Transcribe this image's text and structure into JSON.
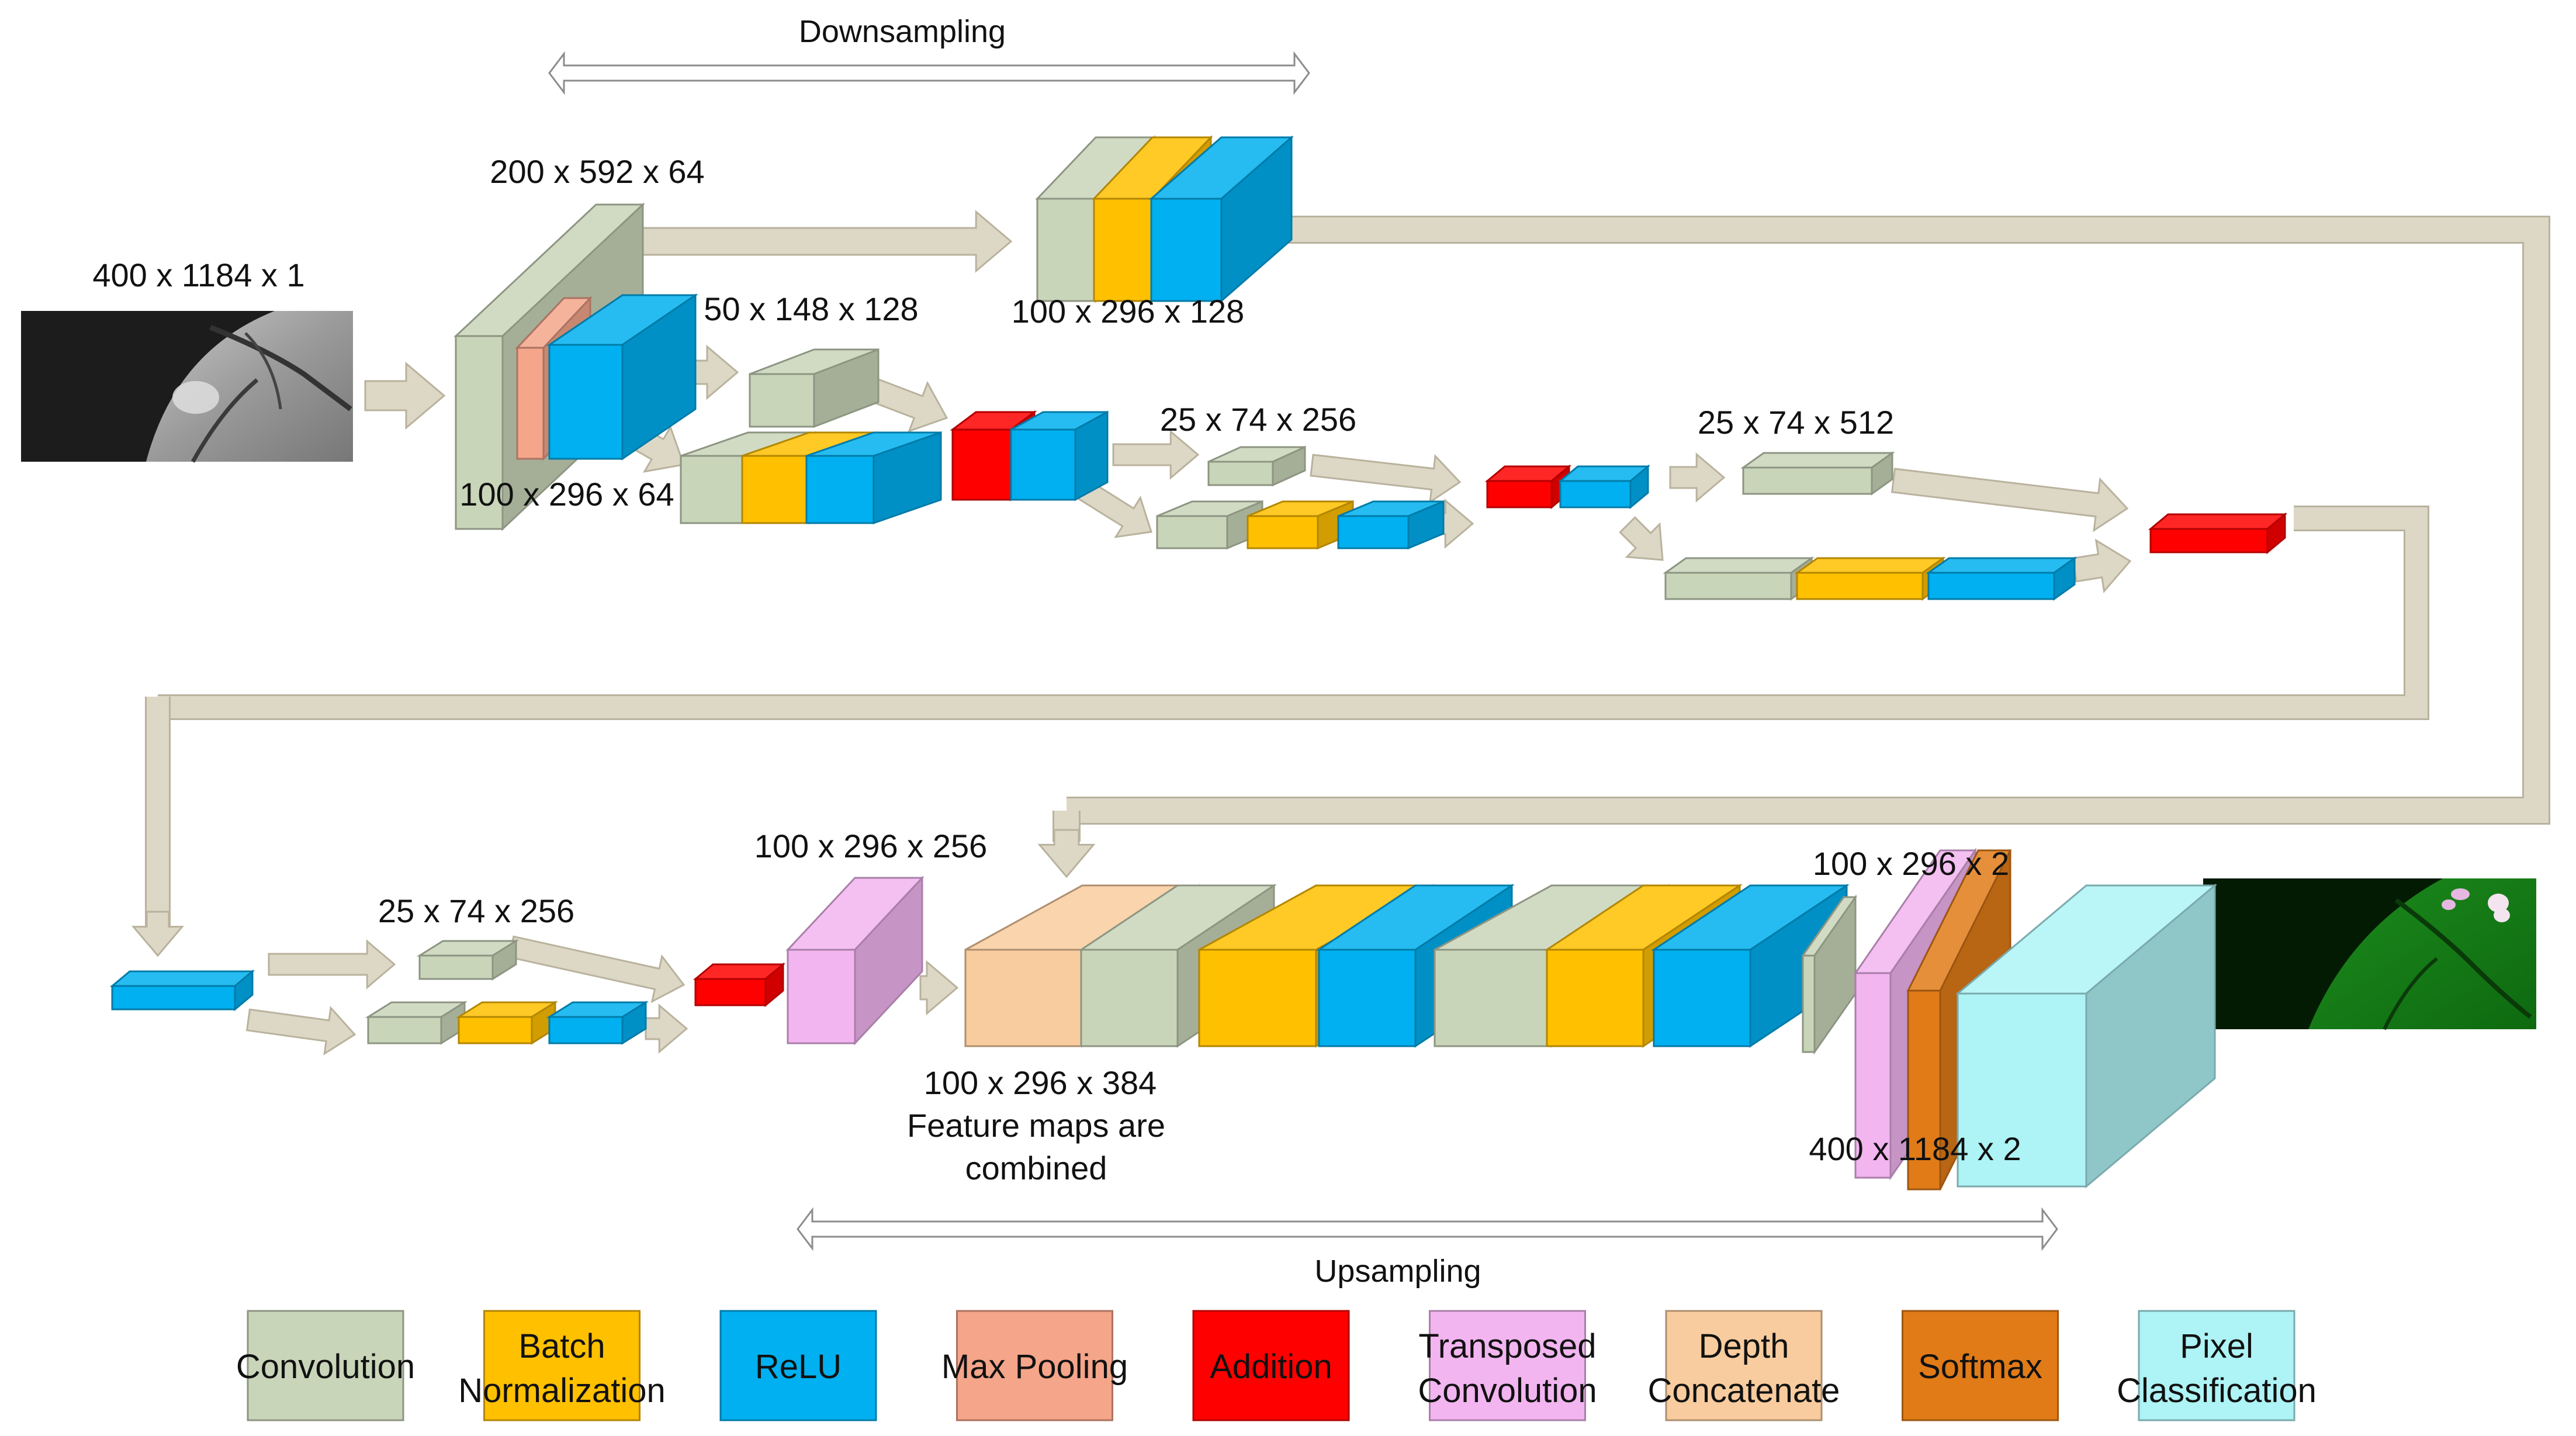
{
  "titles": {
    "downsampling": "Downsampling",
    "upsampling": "Upsampling"
  },
  "labels": {
    "input_size": "400 x 1184 x 1",
    "enc1_top": "200 x 592 x 64",
    "enc1_bottom": "100 x 296 x 64",
    "branch1_top": "50 x 148 x 128",
    "enc2_top": "100 x 296 x 128",
    "branch2_top": "25 x 74 x 256",
    "branch3_top": "25 x 74 x 512",
    "dec_branch_top": "25 x 74 x 256",
    "transposed_top": "100 x 296 x 256",
    "concat_bottom": "100 x 296 x 384",
    "concat_note_1": "Feature maps are",
    "concat_note_2": "combined",
    "final_top": "100 x 296 x 2",
    "final_bottom": "400 x 1184 x 2"
  },
  "legend": [
    {
      "line1": "Convolution",
      "line2": "",
      "color": "#c9d5b9"
    },
    {
      "line1": "Batch",
      "line2": "Normalization",
      "color": "#ffc000"
    },
    {
      "line1": "ReLU",
      "line2": "",
      "color": "#00b0f0"
    },
    {
      "line1": "Max Pooling",
      "line2": "",
      "color": "#f4a58a"
    },
    {
      "line1": "Addition",
      "line2": "",
      "color": "#ff0000"
    },
    {
      "line1": "Transposed",
      "line2": "Convolution",
      "color": "#f2b5f0"
    },
    {
      "line1": "Depth",
      "line2": "Concatenate",
      "color": "#f8cc9e"
    },
    {
      "line1": "Softmax",
      "line2": "",
      "color": "#e07b18"
    },
    {
      "line1": "Pixel",
      "line2": "Classification",
      "color": "#aef3f5"
    }
  ],
  "colors": {
    "convolution": "#c9d5b9",
    "batch_norm": "#ffc000",
    "relu": "#00b0f0",
    "max_pooling": "#f4a58a",
    "addition": "#ff0000",
    "transposed_conv": "#f2b5f0",
    "depth_concat": "#f8cc9e",
    "softmax": "#e07b18",
    "pixel_class": "#aef3f5",
    "connector": "#ddd7c6"
  }
}
